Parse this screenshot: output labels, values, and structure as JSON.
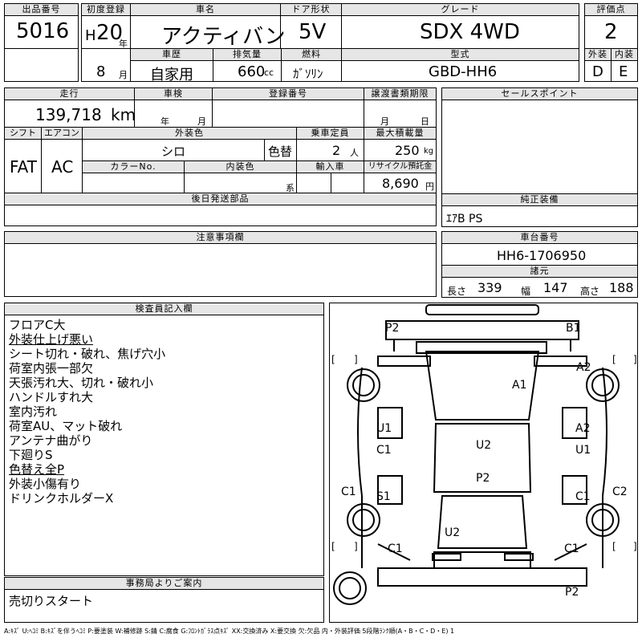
{
  "header": {
    "lot_label": "出品番号",
    "lot_value": "5016",
    "first_reg_label": "初度登録",
    "era": "H",
    "year_value": "20",
    "year_unit": "年",
    "month_value": "8",
    "month_unit": "月",
    "car_name_label": "車名",
    "car_name_value": "アクティバン",
    "door_label": "ドア形状",
    "door_value": "5V",
    "grade_label": "グレード",
    "grade_value": "SDX 4WD",
    "score_label": "評価点",
    "score_value": "2",
    "history_label": "車歴",
    "history_value": "自家用",
    "disp_label": "排気量",
    "disp_value": "660",
    "disp_unit": "cc",
    "fuel_label": "燃料",
    "fuel_value": "ｶﾞｿﾘﾝ",
    "model_label": "型式",
    "model_value": "GBD-HH6",
    "ext_label": "外装",
    "ext_value": "D",
    "int_label": "内装",
    "int_value": "E"
  },
  "row2": {
    "mileage_label": "走行",
    "mileage_value": "139,718",
    "mileage_unit": "km",
    "inspection_label": "車検",
    "inspection_year": "年",
    "inspection_month": "月",
    "reg_no_label": "登録番号",
    "transfer_label": "譲渡書類期限",
    "transfer_month": "月",
    "transfer_day": "日",
    "shift_label": "シフト",
    "shift_value": "FAT",
    "ac_label": "エアコン",
    "ac_value": "AC",
    "color_label": "外装色",
    "color_value": "シロ",
    "repaint": "色替",
    "capacity_label": "乗車定員",
    "capacity_value": "2",
    "capacity_unit": "人",
    "load_label": "最大積載量",
    "load_value": "250",
    "load_unit": "kg",
    "color_no_label": "カラーNo.",
    "int_color_label": "内装色",
    "int_color_suffix": "系",
    "import_label": "輸入車",
    "recycle_label": "リサイクル預託金",
    "recycle_value": "8,690",
    "recycle_unit": "円",
    "later_parts_label": "後日発送部品"
  },
  "sales": {
    "label": "セールスポイント"
  },
  "equipment": {
    "label": "純正装備",
    "value": "ｴｱB PS"
  },
  "caution": {
    "label": "注意事項欄"
  },
  "chassis": {
    "label": "車台番号",
    "value": "HH6-1706950",
    "dims_label": "諸元",
    "length_label": "長さ",
    "length_value": "339",
    "width_label": "幅",
    "width_value": "147",
    "height_label": "高さ",
    "height_value": "188"
  },
  "inspector": {
    "label": "検査員記入欄",
    "notes": [
      "フロアC大",
      "外装仕上げ悪い",
      "シート切れ・破れ、焦げ穴小",
      "荷室内張一部欠",
      "天張汚れ大、切れ・破れ小",
      "ハンドルすれ大",
      "室内汚れ",
      "荷室AU、マット破れ",
      "アンテナ曲がり",
      "下廻りS",
      "色替え全P",
      "外装小傷有り",
      "ドリンクホルダーX"
    ]
  },
  "office": {
    "label": "事務局よりご案内",
    "value": "売切りスタート"
  },
  "diagram": {
    "marks": [
      "P2",
      "B1",
      "A2",
      "A1",
      "U1",
      "C1",
      "A2",
      "U1",
      "U2",
      "P2",
      "C1",
      "S1",
      "C1",
      "C2",
      "U2",
      "C1",
      "C1",
      "P2"
    ]
  },
  "legend": "A:ｷｽﾞ U:ﾍｺﾐ B:ｷｽﾞを伴うﾍｺﾐ P:要塗装 W:補修跡 S:錆 C:腐食 G:ﾌﾛﾝﾄｶﾞﾗｽ点ｷｽﾞ XX:交換済み X:要交換 欠:欠品 内・外装評価 5段階ﾗﾝｸ順(A・B・C・D・E) 1"
}
